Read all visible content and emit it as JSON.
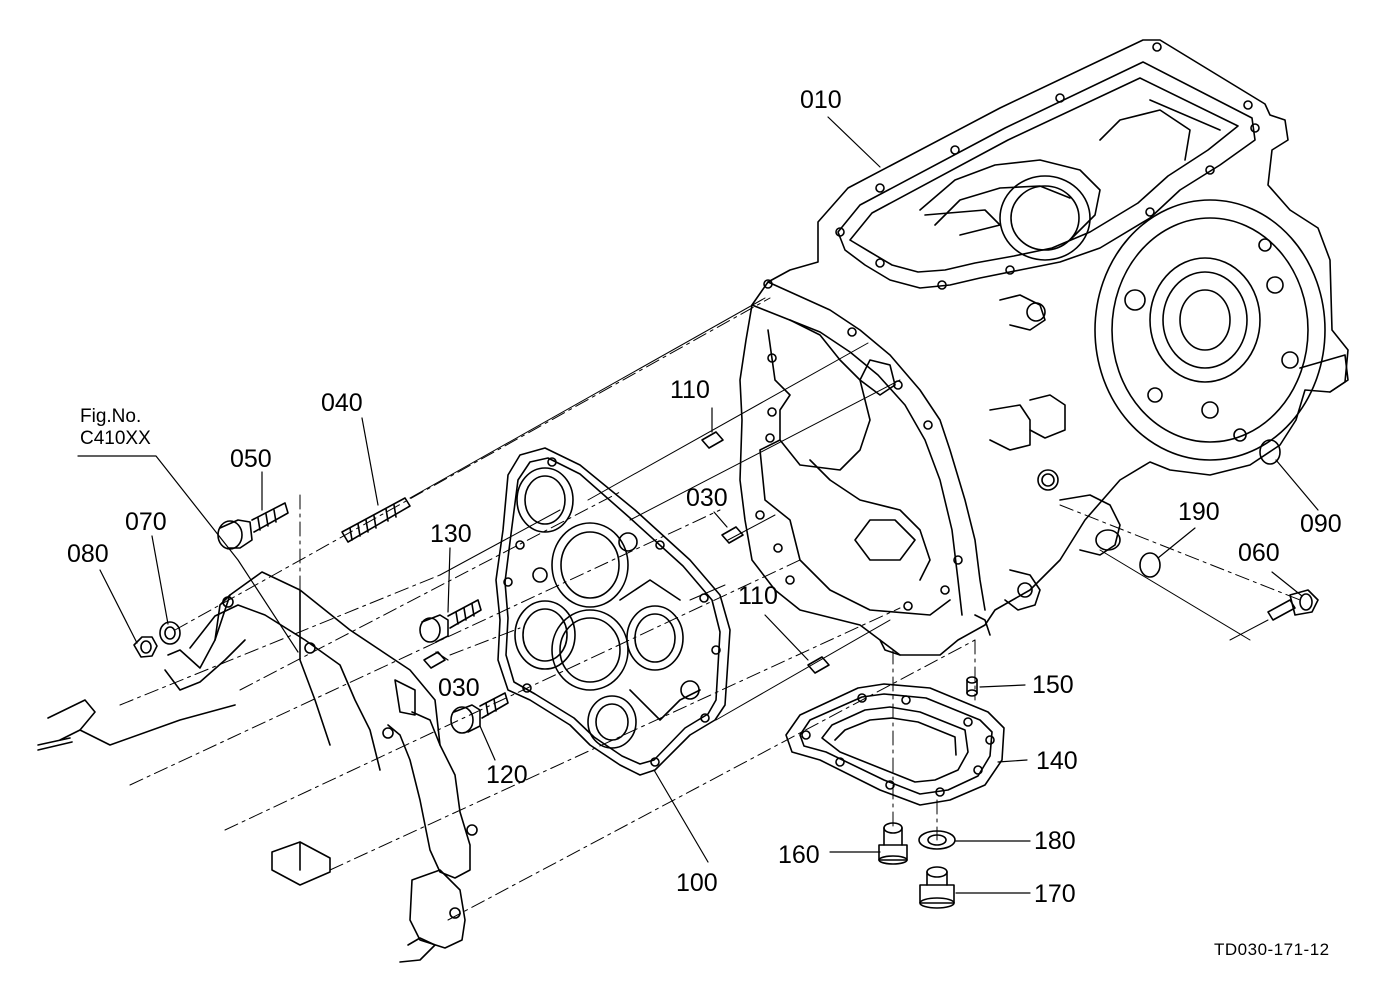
{
  "figure_ref": {
    "line1": "Fig.No.",
    "line2": "C410XX"
  },
  "drawing_code": "TD030-171-12",
  "parts": {
    "p010": "010",
    "p040": "040",
    "p050": "050",
    "p070": "070",
    "p080": "080",
    "p110a": "110",
    "p110b": "110",
    "p030a": "030",
    "p030b": "030",
    "p130": "130",
    "p120": "120",
    "p100": "100",
    "p190": "190",
    "p090": "090",
    "p060": "060",
    "p150": "150",
    "p140": "140",
    "p160": "160",
    "p180": "180",
    "p170": "170"
  }
}
